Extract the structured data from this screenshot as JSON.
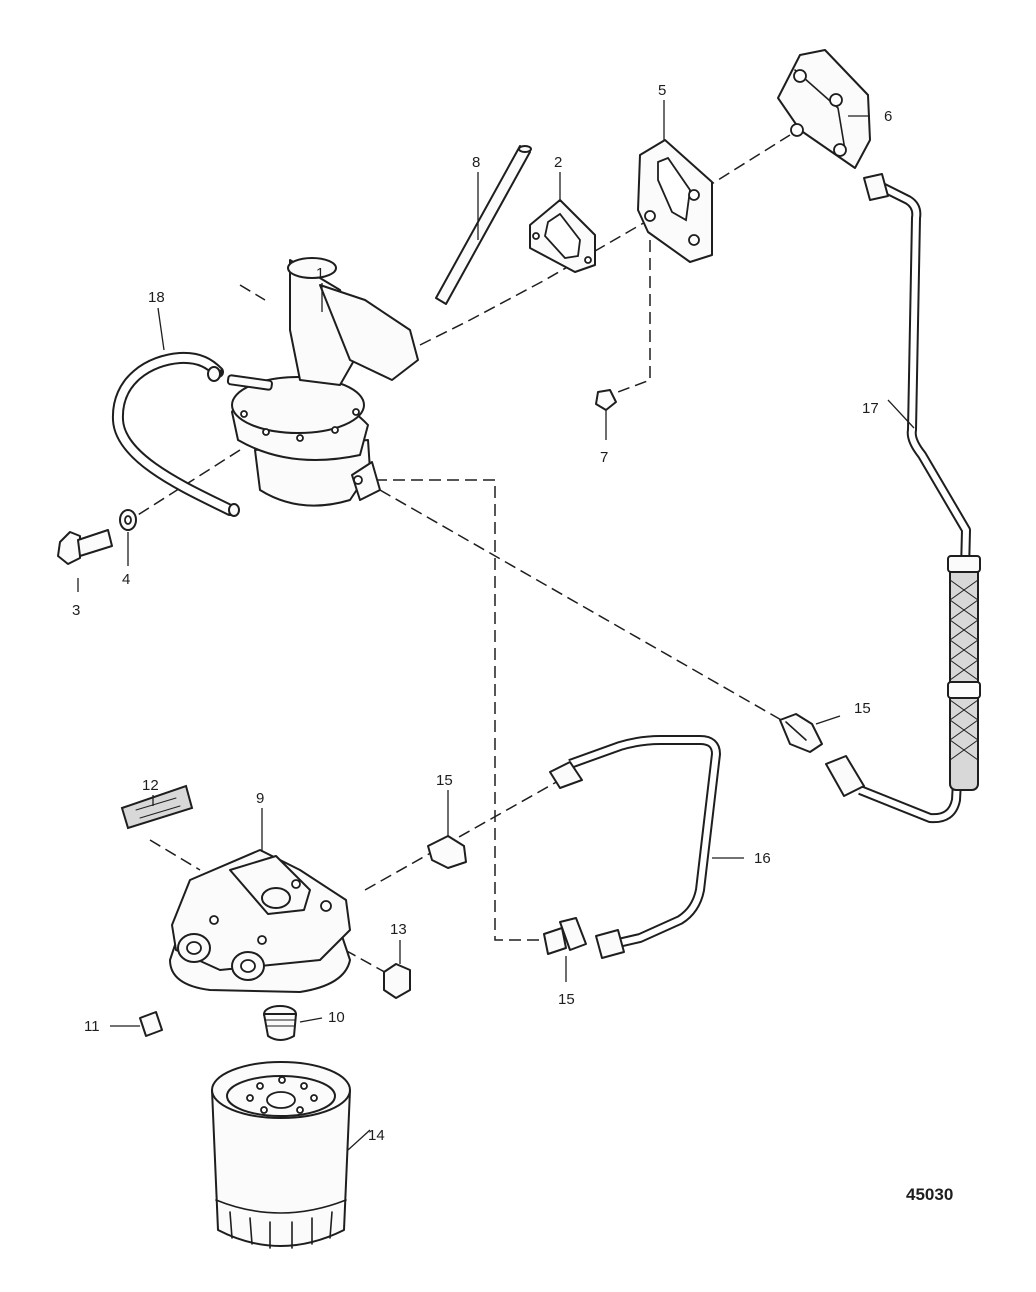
{
  "figure_number": "45030",
  "callouts": {
    "c1": "1",
    "c2": "2",
    "c3": "3",
    "c4": "4",
    "c5": "5",
    "c6": "6",
    "c7": "7",
    "c8": "8",
    "c9": "9",
    "c10": "10",
    "c11": "11",
    "c12": "12",
    "c13": "13",
    "c14": "14",
    "c15a": "15",
    "c15b": "15",
    "c15c": "15",
    "c16": "16",
    "c17": "17",
    "c18": "18"
  }
}
